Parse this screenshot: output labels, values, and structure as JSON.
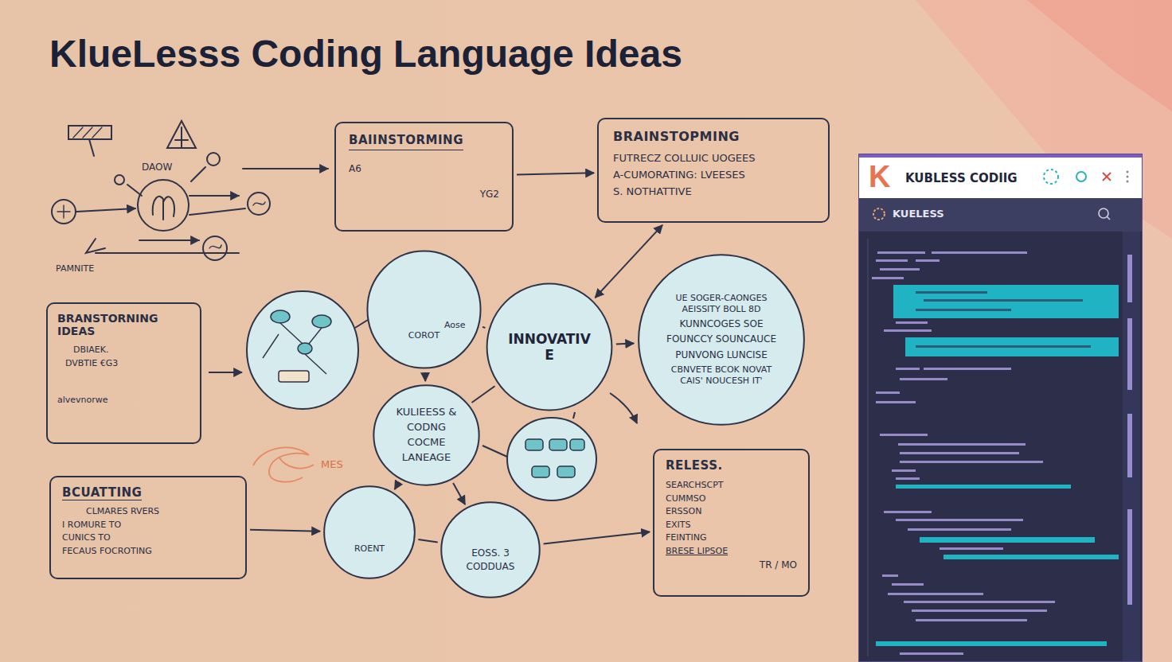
{
  "diagram": {
    "title": "KlueLesss Coding Language Ideas",
    "nodes": [
      {
        "text": [
          "BAIINSTORMING",
          "A6",
          "YG2"
        ]
      },
      {
        "text": [
          "BRAINSTOPMING",
          "FUTRECZ COLLUIC UOGEES",
          "A-CUMORATING: LVEESES",
          "S. NOTHATTIVE"
        ]
      },
      {
        "text": [
          "BRANSTORNING IDEAS",
          "DBIAEK.",
          "DVBTIE €G3",
          "alvevnorwe"
        ]
      },
      {
        "text": [
          "Aose",
          "COROT"
        ]
      },
      {
        "text": [
          "INNOVATIVE"
        ]
      },
      {
        "text": [
          "UE SOGER-CAONGES AEISSITY BOLL 8D",
          "KUNNCOGES SOE",
          "FOUNCCY SOUNCAUCE",
          "PUNVONG LUNCISE",
          "CBNVETE BCOK NOVAT CAIS' NOUCESH IT'"
        ]
      },
      {
        "text": [
          "KULIEESS & CODNG COCME LANEAGE"
        ]
      },
      {
        "text": [
          "RELESS.",
          "SEARCHSCPT",
          "CUMMSO",
          "ERSSON",
          "EXITS",
          "FEINTING",
          "BRESE LIPSOE",
          "TR / MO"
        ]
      },
      {
        "text": [
          "BCUATTING",
          "CLMARES RVERS",
          "I ROMURE TO",
          "CUNICS TO",
          "FECAUS FOCROTING"
        ]
      },
      {
        "text": [
          "ROENT"
        ]
      },
      {
        "text": [
          "EOSS. 3 CODDUAS"
        ]
      },
      {
        "text": [
          "K",
          "KUBLESS CODIIG",
          "KUELESS"
        ]
      }
    ],
    "edges": [
      {
        "from": 0,
        "to": 1,
        "arrow": "to"
      },
      {
        "from": 1,
        "to": 4,
        "arrow": "both"
      },
      {
        "from": 3,
        "to": 4,
        "arrow": "none"
      },
      {
        "from": 4,
        "to": 5,
        "arrow": "to"
      },
      {
        "from": 3,
        "to": 6,
        "arrow": "to"
      },
      {
        "from": 4,
        "to": 6,
        "arrow": "none"
      },
      {
        "from": 6,
        "to": 9,
        "arrow": "to"
      },
      {
        "from": 6,
        "to": 10,
        "arrow": "to"
      },
      {
        "from": 8,
        "to": 9,
        "arrow": "to"
      },
      {
        "from": 9,
        "to": 10,
        "arrow": "none"
      },
      {
        "from": 10,
        "to": 7,
        "arrow": "to"
      }
    ],
    "labels": [
      "DAOW",
      "PAMNITE",
      "MES"
    ]
  }
}
